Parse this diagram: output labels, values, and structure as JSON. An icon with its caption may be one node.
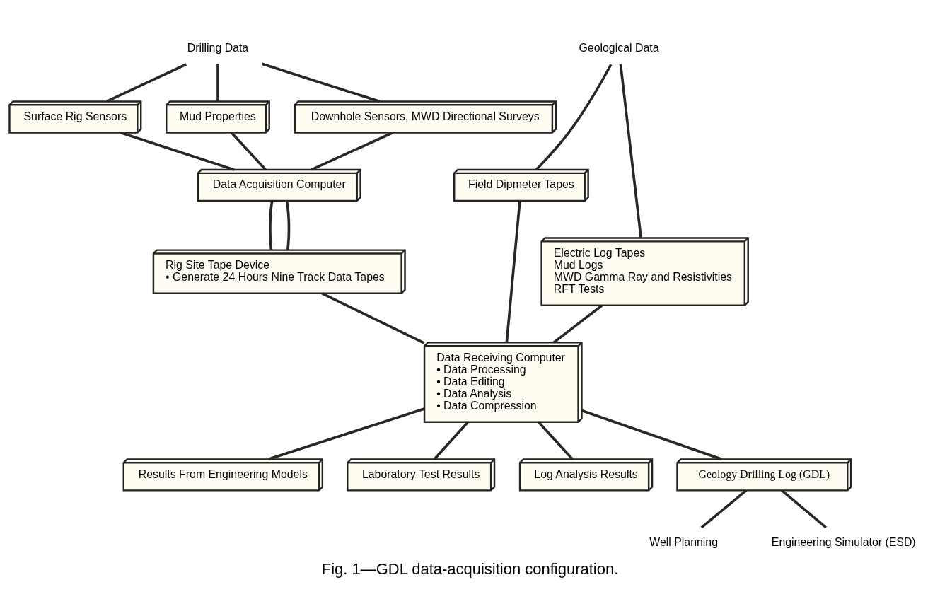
{
  "diagram": {
    "caption": "Fig. 1—GDL data-acquisition configuration.",
    "nodes": [
      {
        "text": [
          "Drilling Data"
        ]
      },
      {
        "text": [
          "Geological Data"
        ]
      },
      {
        "text": [
          "Surface Rig Sensors"
        ]
      },
      {
        "text": [
          "Mud Properties"
        ]
      },
      {
        "text": [
          "Downhole Sensors, MWD Directional Surveys"
        ]
      },
      {
        "text": [
          "Field Dipmeter Tapes"
        ]
      },
      {
        "text": [
          "Electric Log Tapes",
          "Mud Logs",
          "MWD Gamma Ray and Resistivities",
          "RFT Tests"
        ]
      },
      {
        "text": [
          "Data Acquisition Computer"
        ]
      },
      {
        "text": [
          "Rig Site Tape Device",
          "• Generate 24 Hours Nine Track Data Tapes"
        ]
      },
      {
        "text": [
          "Data Receiving Computer",
          "• Data Processing",
          "• Data Editing",
          "• Data Analysis",
          "• Data Compression"
        ]
      },
      {
        "text": [
          "Results From Engineering Models"
        ]
      },
      {
        "text": [
          "Laboratory Test Results"
        ]
      },
      {
        "text": [
          "Log Analysis Results"
        ]
      },
      {
        "text": [
          "Geology Drilling Log (GDL)"
        ]
      },
      {
        "text": [
          "Well Planning"
        ]
      },
      {
        "text": [
          "Engineering Simulator (ESD)"
        ]
      }
    ],
    "edges": [
      {
        "from": 0,
        "to": 2,
        "arrow": "none"
      },
      {
        "from": 0,
        "to": 3,
        "arrow": "none"
      },
      {
        "from": 0,
        "to": 4,
        "arrow": "none"
      },
      {
        "from": 1,
        "to": 5,
        "arrow": "none"
      },
      {
        "from": 1,
        "to": 6,
        "arrow": "none"
      },
      {
        "from": 2,
        "to": 7,
        "arrow": "none"
      },
      {
        "from": 3,
        "to": 7,
        "arrow": "none"
      },
      {
        "from": 4,
        "to": 7,
        "arrow": "none"
      },
      {
        "from": 7,
        "to": 8,
        "arrow": "none"
      },
      {
        "from": 7,
        "to": 8,
        "arrow": "none"
      },
      {
        "from": 8,
        "to": 9,
        "arrow": "none"
      },
      {
        "from": 5,
        "to": 9,
        "arrow": "none"
      },
      {
        "from": 6,
        "to": 9,
        "arrow": "none"
      },
      {
        "from": 9,
        "to": 10,
        "arrow": "none"
      },
      {
        "from": 9,
        "to": 11,
        "arrow": "none"
      },
      {
        "from": 9,
        "to": 12,
        "arrow": "none"
      },
      {
        "from": 9,
        "to": 13,
        "arrow": "none"
      },
      {
        "from": 13,
        "to": 14,
        "arrow": "none"
      },
      {
        "from": 13,
        "to": 15,
        "arrow": "none"
      }
    ]
  }
}
